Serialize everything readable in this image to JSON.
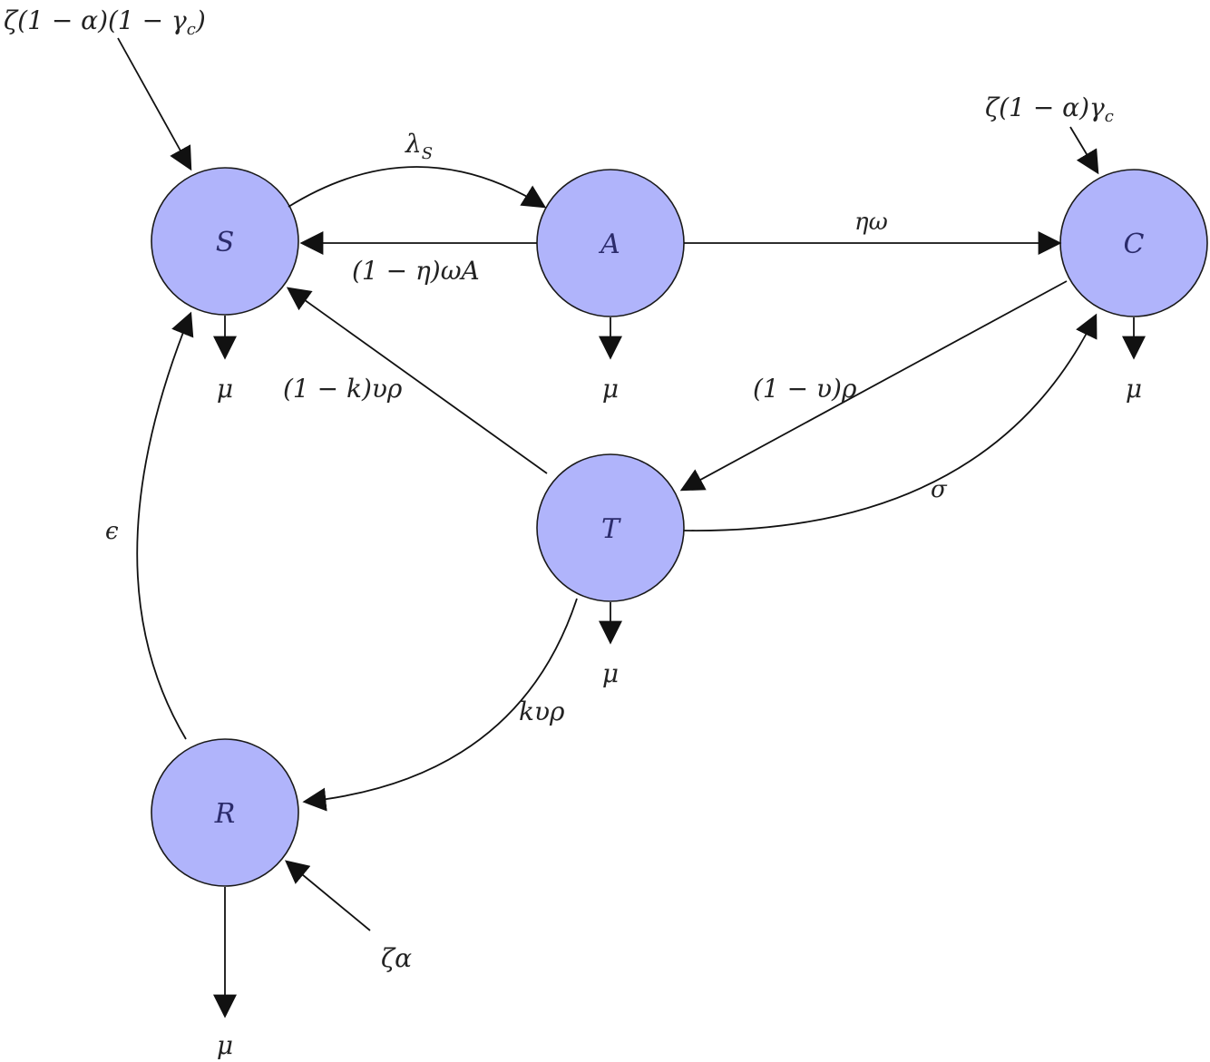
{
  "nodes": {
    "S": {
      "label": "S"
    },
    "A": {
      "label": "A"
    },
    "C": {
      "label": "C"
    },
    "T": {
      "label": "T"
    },
    "R": {
      "label": "R"
    }
  },
  "edges": {
    "inflow_S": "ζ(1 − α)(1 − γ",
    "inflow_S_sub": "c",
    "inflow_S_close": ")",
    "inflow_C": "ζ(1 − α)γ",
    "inflow_C_sub": "c",
    "inflow_R": "ζα",
    "S_to_A": "λ",
    "S_to_A_sub": "S",
    "A_to_S": "(1 − η)ωA",
    "A_to_C": "ηω",
    "T_to_S": "(1 − k)υρ",
    "C_to_T": "(1 − υ)ρ",
    "T_to_C": "σ",
    "T_to_R": "kυρ",
    "R_to_S": "ϵ"
  },
  "death": {
    "S": "μ",
    "A": "μ",
    "C": "μ",
    "T": "μ",
    "R": "μ"
  },
  "colors": {
    "node_fill": "#b0b4fb",
    "stroke": "#111111"
  }
}
